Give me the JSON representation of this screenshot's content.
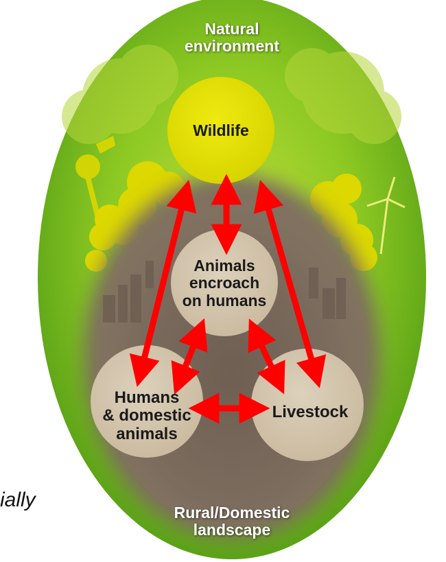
{
  "zones": {
    "outer": "Natural\nenvironment",
    "inner": "Rural/Domestic\nlandscape"
  },
  "nodes": {
    "wildlife": "Wildlife",
    "encroach": "Animals\nencroach\non humans",
    "humans": "Humans\n& domestic\nanimals",
    "livestock": "Livestock"
  },
  "fragment_text": "ially",
  "colors": {
    "outer_green": "#7dc21e",
    "inner_brown": "#7a6a5c",
    "wildlife_yellow": "#e3df00",
    "node_beige": "#d3c5ad",
    "arrow_red": "#ff0000"
  }
}
